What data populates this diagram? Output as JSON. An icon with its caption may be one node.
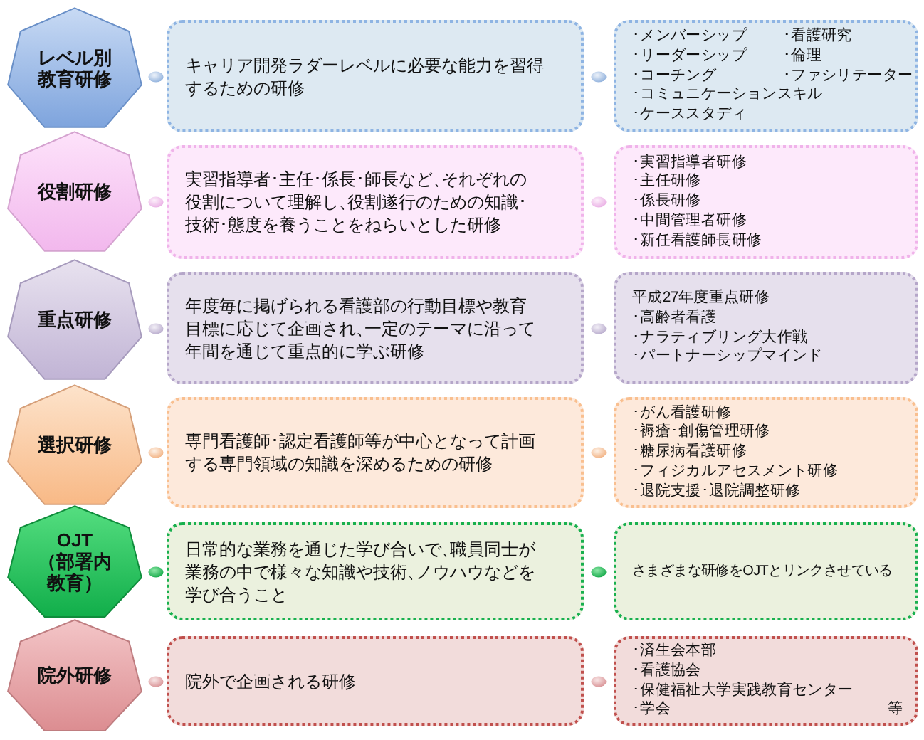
{
  "diagram": {
    "nodes": [
      {
        "text": [
          "レベル別教育研修"
        ]
      },
      {
        "text": [
          "キャリア開発ラダーレベルに必要な能力を習得するための研修"
        ]
      },
      {
        "text": [
          "･メンバーシップ",
          "･リーダーシップ",
          "･コーチング",
          "･コミュニケーションスキル",
          "･ケーススタディ",
          "･看護研究",
          "･倫理",
          "･ファシリテーター"
        ]
      },
      {
        "text": [
          "役割研修"
        ]
      },
      {
        "text": [
          "実習指導者･主任･係長･師長など、それぞれの役割について理解し、役割遂行のための知識･技術･態度を養うことをねらいとした研修"
        ]
      },
      {
        "text": [
          "･実習指導者研修",
          "･主任研修",
          "･係長研修",
          "･中間管理者研修",
          "･新任看護師長研修"
        ]
      },
      {
        "text": [
          "重点研修"
        ]
      },
      {
        "text": [
          "年度毎に掲げられる看護部の行動目標や教育目標に応じて企画され、一定のテーマに沿って年間を通じて重点的に学ぶ研修"
        ]
      },
      {
        "text": [
          "平成27年度重点研修",
          "･高齢者看護",
          "･ナラティブリング大作戦",
          "･パートナーシップマインド"
        ]
      },
      {
        "text": [
          "選択研修"
        ]
      },
      {
        "text": [
          "専門看護師･認定看護師等が中心となって計画する専門領域の知識を深めるための研修"
        ]
      },
      {
        "text": [
          "･がん看護研修",
          "･褥瘡･創傷管理研修",
          "･糖尿病看護研修",
          "･フィジカルアセスメント研修",
          "･退院支援･退院調整研修"
        ]
      },
      {
        "text": [
          "OJT（部署内教育）"
        ]
      },
      {
        "text": [
          "日常的な業務を通じた学び合いで、職員同士が業務の中で様々な知識や技術、ノウハウなどを学び合うこと"
        ]
      },
      {
        "text": [
          "さまざまな研修をOJTとリンクさせている"
        ]
      },
      {
        "text": [
          "院外研修"
        ]
      },
      {
        "text": [
          "院外で企画される研修"
        ]
      },
      {
        "text": [
          "･済生会本部",
          "･看護協会",
          "･保健福祉大学実践教育センター",
          "･学会",
          "等"
        ]
      }
    ]
  }
}
